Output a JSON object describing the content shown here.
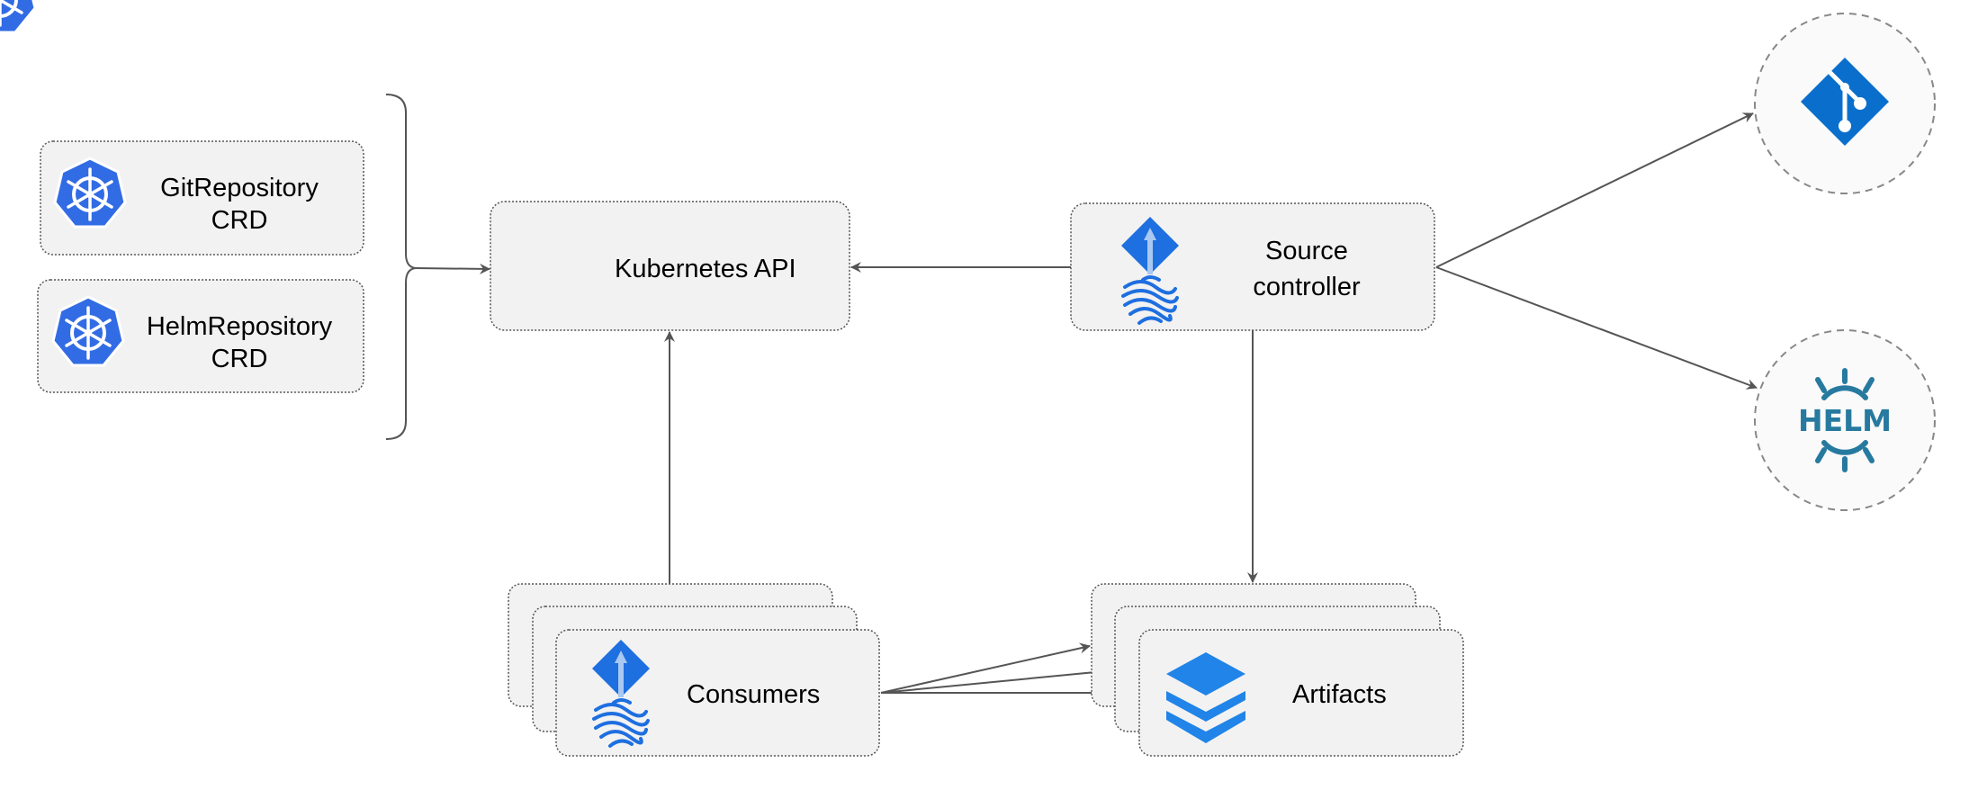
{
  "nodes": {
    "git_crd": {
      "line1": "GitRepository",
      "line2": "CRD",
      "icon": "kubernetes-icon"
    },
    "helm_crd": {
      "line1": "HelmRepository",
      "line2": "CRD",
      "icon": "kubernetes-icon"
    },
    "k8s_api": {
      "label": "Kubernetes API",
      "icon": "kubernetes-icon"
    },
    "source_controller": {
      "line1": "Source",
      "line2": "controller",
      "icon": "flux-icon"
    },
    "consumers": {
      "label": "Consumers",
      "icon": "flux-icon"
    },
    "artifacts": {
      "label": "Artifacts",
      "icon": "layers-icon"
    },
    "git": {
      "icon": "git-icon"
    },
    "helm": {
      "label": "HELM",
      "icon": "helm-icon"
    }
  },
  "colors": {
    "kubernetes_blue": "#326ce5",
    "flux_blue": "#1e6fe0",
    "layers_blue": "#2084e8",
    "git_blue": "#0a6fcc",
    "helm_teal": "#277a9f",
    "node_fill": "#f2f2f2",
    "edge": "#555555"
  }
}
